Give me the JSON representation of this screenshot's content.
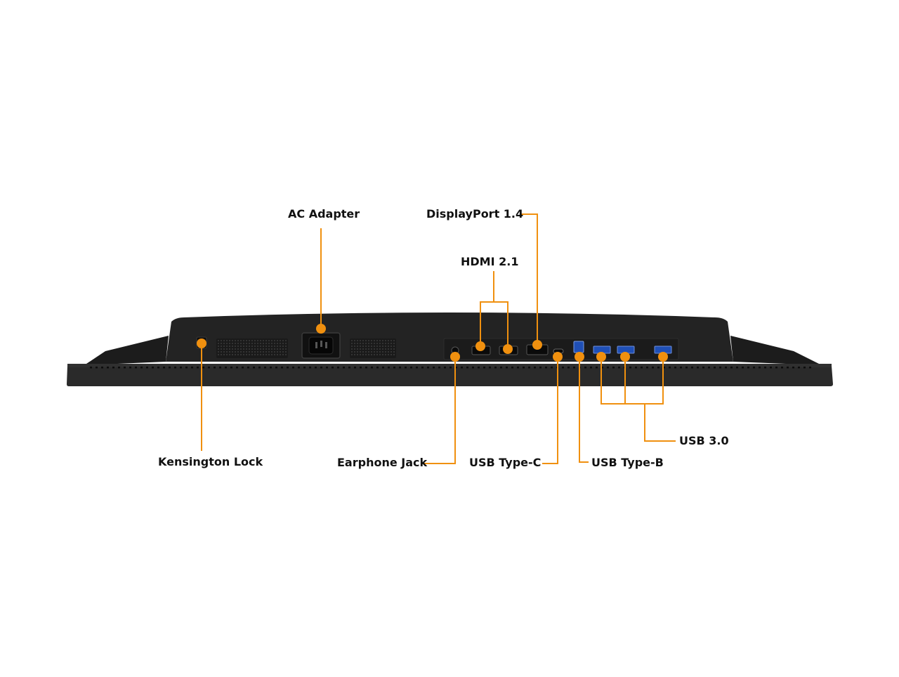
{
  "accent_color": "#f0900f",
  "body_color": "#262626",
  "labels": {
    "ac_adapter": "AC Adapter",
    "displayport": "DisplayPort 1.4",
    "hdmi": "HDMI 2.1",
    "kensington_lock": "Kensington Lock",
    "earphone_jack": "Earphone Jack",
    "usb_type_c": "USB Type-C",
    "usb_type_b": "USB Type-B",
    "usb_3_0": "USB 3.0"
  }
}
